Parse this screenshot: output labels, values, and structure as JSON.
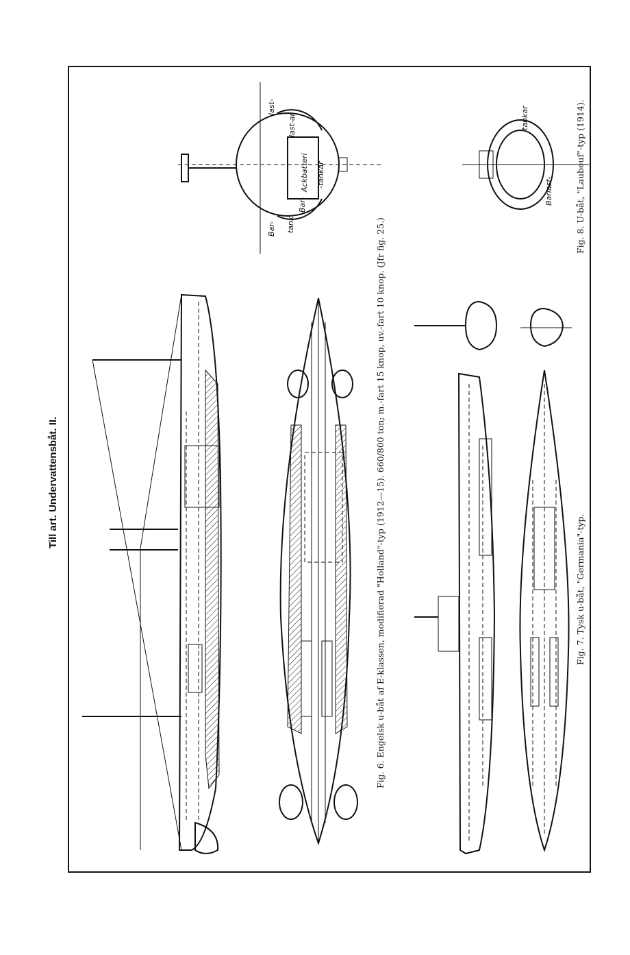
{
  "header": "Till art. Undervattensbåt. II.",
  "figures": [
    {
      "caption": "Fig. 6.  Engelsk u-båt af E-klassen, modifierad \"Holland\"-typ (1912—15).  660/800 ton; m.-fart 15 knop, uv.-fart 10 knop.  (Jfr fig. 25.)",
      "labels": [
        "Bar-",
        "tank",
        "Bar-",
        "Ackbatteri",
        "last-",
        "last-ar",
        "-tankar"
      ]
    },
    {
      "caption": "Fig. 7.  Tysk u-båt, \"Germania\"-typ."
    },
    {
      "caption": "Fig. 8.  U-båt, \"Laubeuf\"-typ (1914).",
      "labels": [
        "Barlast-",
        "tankar"
      ]
    }
  ]
}
